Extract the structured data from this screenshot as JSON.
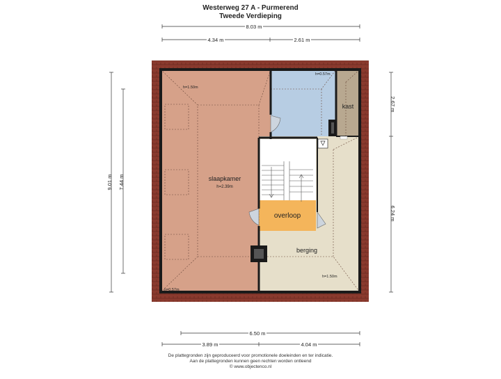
{
  "header": {
    "address": "Westerweg 27 A - Purmerend",
    "floor": "Tweede Verdieping"
  },
  "dimensions": {
    "top_total": "8.03 m",
    "top_left": "4.34 m",
    "top_right": "2.61 m",
    "left_outer": "9.01 m",
    "left_inner": "7.44 m",
    "right_top": "2.67 m",
    "right_bottom": "6.24 m",
    "bottom_total": "6.50 m",
    "bottom_left": "3.89 m",
    "bottom_right": "4.04 m"
  },
  "rooms": {
    "slaapkamer": {
      "name": "slaapkamer",
      "height": "h=2.39m"
    },
    "overloop": {
      "name": "overloop"
    },
    "kast": {
      "name": "kast"
    },
    "berging": {
      "name": "berging"
    }
  },
  "height_marks": {
    "bedroom_top": "h=1.50m",
    "bedroom_bottom": "h=0.57m",
    "bath_top": "h=0.57m",
    "berging_bottom": "h=1.50m"
  },
  "footer": {
    "line1": "De plattegronden zijn geproduceerd voor promotionele doeleinden en ter indicatie.",
    "line2": "Aan de plattegronden kunnen geen rechten worden ontleend",
    "line3": "© www.objectenco.nl"
  },
  "colors": {
    "roof": "#8a3a2e",
    "bedroom": "#d6a189",
    "bathroom": "#b7cde3",
    "kast": "#b8a890",
    "storage": "#e6dfca",
    "landing": "#f4b55b",
    "wall": "#1a1a1a"
  }
}
